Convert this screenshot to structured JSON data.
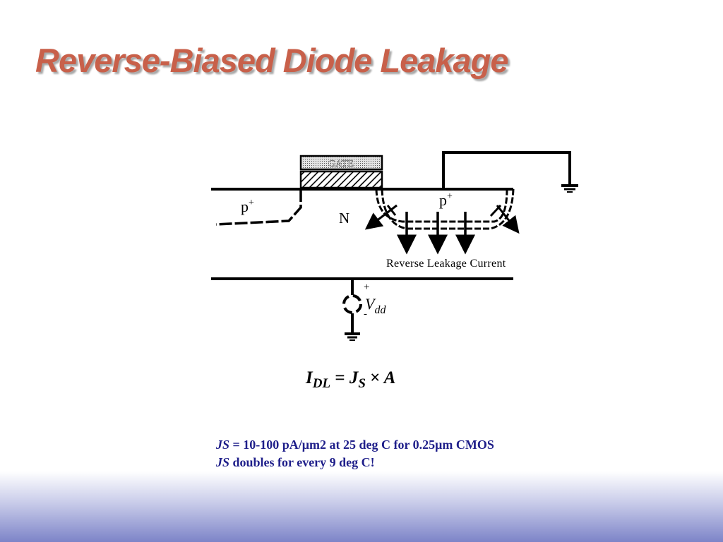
{
  "title": "Reverse-Biased Diode Leakage",
  "diagram": {
    "gate_label": "GATE",
    "left_region_label": "p",
    "right_region_label": "p",
    "doping_superscript": "+",
    "substrate_label": "N",
    "current_label": "Reverse Leakage Current",
    "supply_plus": "+",
    "supply_minus": "-",
    "supply_symbol": "V",
    "supply_subscript": "dd"
  },
  "formula": {
    "lhs": "I",
    "lhs_sub": "DL",
    "equals": "=",
    "term1": "J",
    "term1_sub": "S",
    "times": "×",
    "term2": "A"
  },
  "notes": [
    {
      "symbol": "JS",
      "text": " = 10-100 pA/μm2  at 25 deg C for  0.25μm CMOS"
    },
    {
      "symbol": "JS",
      "text": " doubles for every 9 deg C!"
    }
  ],
  "colors": {
    "title": "#c8604a",
    "notes": "#1f1f8a",
    "band_bottom": "#7d84c8"
  }
}
